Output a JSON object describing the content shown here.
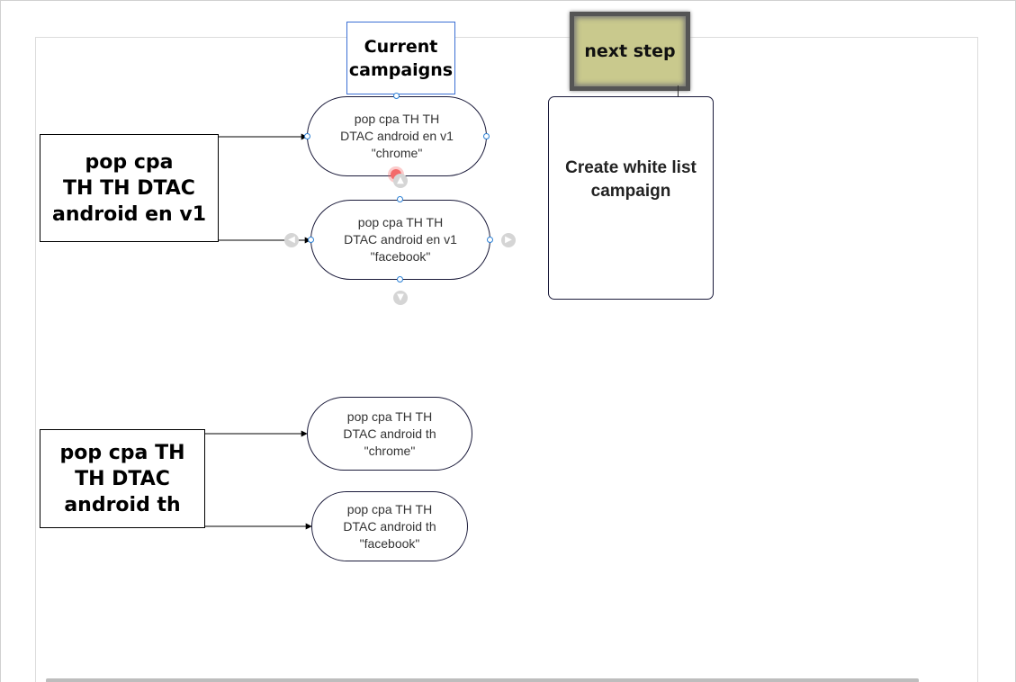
{
  "diagram": {
    "title_box": "Current\ncampaigns",
    "next_step": "next step",
    "white_list_box": "Create white list\ncampaign",
    "group1": {
      "source": "pop cpa\nTH TH DTAC\nandroid en v1",
      "targets": [
        "pop cpa TH TH\nDTAC android en v1\n\"chrome\"",
        "pop cpa TH TH\nDTAC android en v1\n\"facebook\""
      ]
    },
    "group2": {
      "source": "pop cpa TH\nTH DTAC\nandroid th",
      "targets": [
        "pop cpa TH TH\nDTAC android th\n\"chrome\"",
        "pop cpa TH TH\nDTAC android th\n\"facebook\""
      ]
    }
  },
  "colors": {
    "handle": "#2a7fd4",
    "sticky_note": "#c9c98d",
    "connector": "#000000",
    "selection_border": "#3b6fd4"
  },
  "icons": [
    "connection-handle-icon",
    "arrow-hint-left-icon",
    "arrow-hint-right-icon",
    "arrow-hint-up-icon",
    "arrow-hint-down-icon"
  ]
}
